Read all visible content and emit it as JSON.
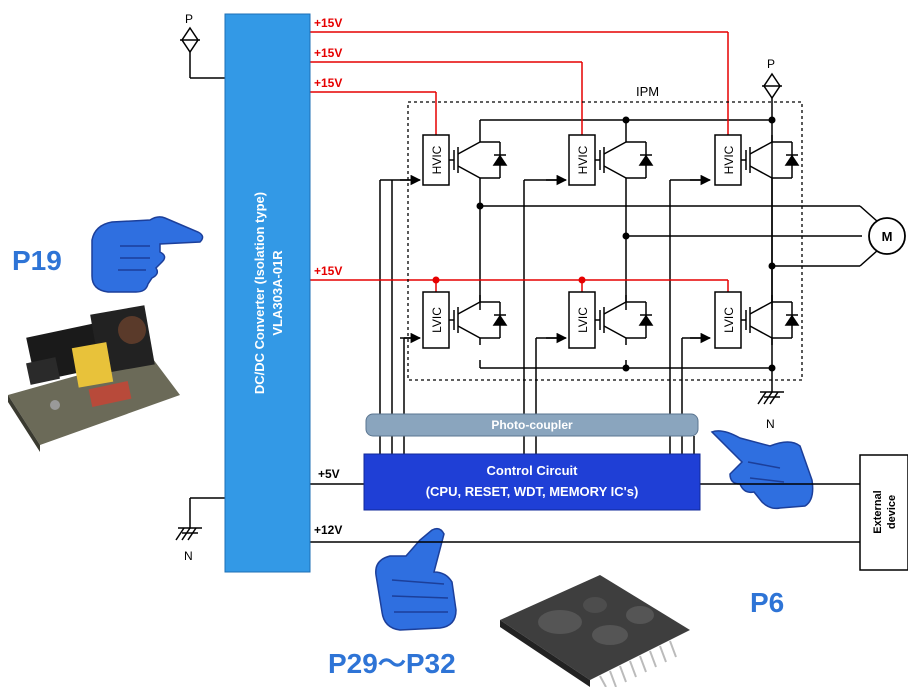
{
  "power": {
    "p_top_left": "P",
    "p_top_right": "P",
    "n_bottom_left": "N",
    "n_right": "N"
  },
  "converter": {
    "line1": "DC/DC Converter (Isolation type)",
    "line2": "VLA303A-01R"
  },
  "rails": {
    "v15_a": "+15V",
    "v15_b": "+15V",
    "v15_c": "+15V",
    "v15_d": "+15V",
    "v5": "+5V",
    "v12": "+12V"
  },
  "ipm": {
    "label": "IPM",
    "hvic": [
      "HVIC",
      "HVIC",
      "HVIC"
    ],
    "lvic": [
      "LVIC",
      "LVIC",
      "LVIC"
    ]
  },
  "motor": {
    "label": "M"
  },
  "photo_coupler": {
    "label": "Photo-coupler"
  },
  "control": {
    "line1": "Control Circuit",
    "line2": "(CPU, RESET, WDT, MEMORY IC's)"
  },
  "external": {
    "line1": "External",
    "line2": "device"
  },
  "refs": {
    "p19": "P19",
    "p6": "P6",
    "p29": "P29～P32"
  },
  "colors": {
    "converter_fill": "#3399e6",
    "red_wire": "#e60000",
    "photo_fill": "#8aa5be",
    "control_fill": "#1f3fd6",
    "ref_text": "#2e74d6",
    "hand_fill": "#2f6fe0"
  }
}
